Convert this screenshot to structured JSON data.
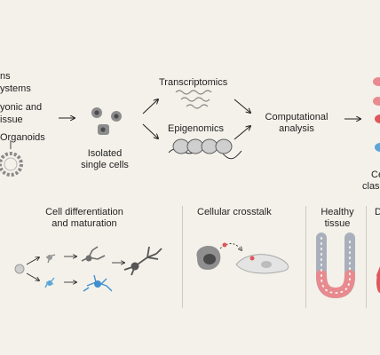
{
  "sources": {
    "line1": "ns",
    "line2": "ystems",
    "line3": "yonic and",
    "line4": "issue",
    "line5": "Organoids"
  },
  "isolated": {
    "line1": "Isolated",
    "line2": "single cells"
  },
  "transcriptomics": "Transcriptomics",
  "epigenomics": "Epigenomics",
  "computational": {
    "line1": "Computational",
    "line2": "analysis"
  },
  "classification": {
    "line1": "Ce",
    "line2": "clas"
  },
  "differentiation": {
    "line1": "Cell differentiation",
    "line2": "and maturation"
  },
  "crosstalk": "Cellular crosstalk",
  "healthy": {
    "line1": "Healthy",
    "line2": "tissue"
  },
  "cutoff": "D",
  "colors": {
    "background": "#f4f1ea",
    "grey_cell": "#9a9a9a",
    "blue_cell": "#5aa6d8",
    "red_accent": "#e0565b",
    "pink_tissue": "#e88a8f"
  }
}
